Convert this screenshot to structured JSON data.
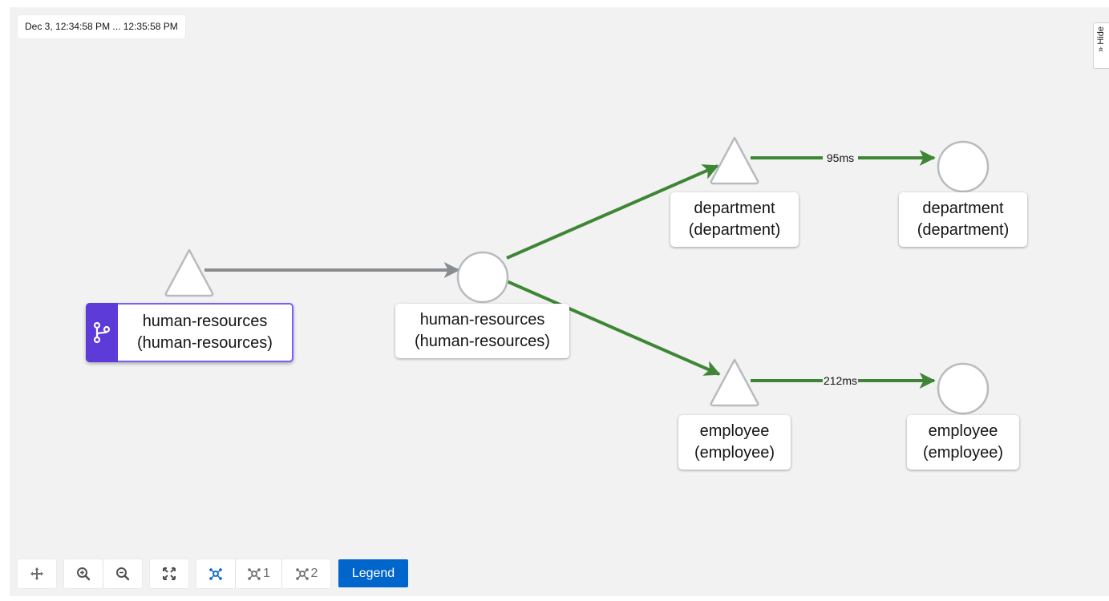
{
  "header": {
    "time_range": "Dec 3, 12:34:58 PM ... 12:35:58 PM",
    "hide_label": "Hide"
  },
  "graph": {
    "nodes": [
      {
        "id": "hr-app",
        "shape": "triangle",
        "line1": "human-resources",
        "line2": "(human-resources)",
        "selected": true,
        "badge_icon": "branch-icon"
      },
      {
        "id": "hr-svc",
        "shape": "circle",
        "line1": "human-resources",
        "line2": "(human-resources)"
      },
      {
        "id": "dept-app",
        "shape": "triangle",
        "line1": "department",
        "line2": "(department)"
      },
      {
        "id": "dept-svc",
        "shape": "circle",
        "line1": "department",
        "line2": "(department)"
      },
      {
        "id": "emp-app",
        "shape": "triangle",
        "line1": "employee",
        "line2": "(employee)"
      },
      {
        "id": "emp-svc",
        "shape": "circle",
        "line1": "employee",
        "line2": "(employee)"
      }
    ],
    "edges": [
      {
        "from": "hr-app",
        "to": "hr-svc",
        "status": "idle",
        "color": "#8a8d90",
        "label": ""
      },
      {
        "from": "hr-svc",
        "to": "dept-app",
        "status": "healthy",
        "color": "#3e8635",
        "label": ""
      },
      {
        "from": "hr-svc",
        "to": "emp-app",
        "status": "healthy",
        "color": "#3e8635",
        "label": ""
      },
      {
        "from": "dept-app",
        "to": "dept-svc",
        "status": "healthy",
        "color": "#3e8635",
        "label": "95ms"
      },
      {
        "from": "emp-app",
        "to": "emp-svc",
        "status": "healthy",
        "color": "#3e8635",
        "label": "212ms"
      }
    ]
  },
  "toolbar": {
    "buttons": [
      {
        "name": "pan-button",
        "icon": "move-icon",
        "text": ""
      },
      {
        "name": "zoom-in-button",
        "icon": "zoom-in-icon",
        "text": ""
      },
      {
        "name": "zoom-out-button",
        "icon": "zoom-out-icon",
        "text": ""
      },
      {
        "name": "fit-button",
        "icon": "expand-icon",
        "text": ""
      },
      {
        "name": "layout-default-button",
        "icon": "topology-icon",
        "text": "",
        "active": true
      },
      {
        "name": "layout-1-button",
        "icon": "topology-icon",
        "text": "1"
      },
      {
        "name": "layout-2-button",
        "icon": "topology-icon",
        "text": "2"
      }
    ],
    "legend_label": "Legend"
  },
  "colors": {
    "accent": "#0066cc",
    "selected_border": "#7c5cff",
    "badge": "#5d3bd9",
    "healthy_edge": "#3e8635",
    "idle_edge": "#8a8d90",
    "node_stroke": "#b8bbbe"
  }
}
